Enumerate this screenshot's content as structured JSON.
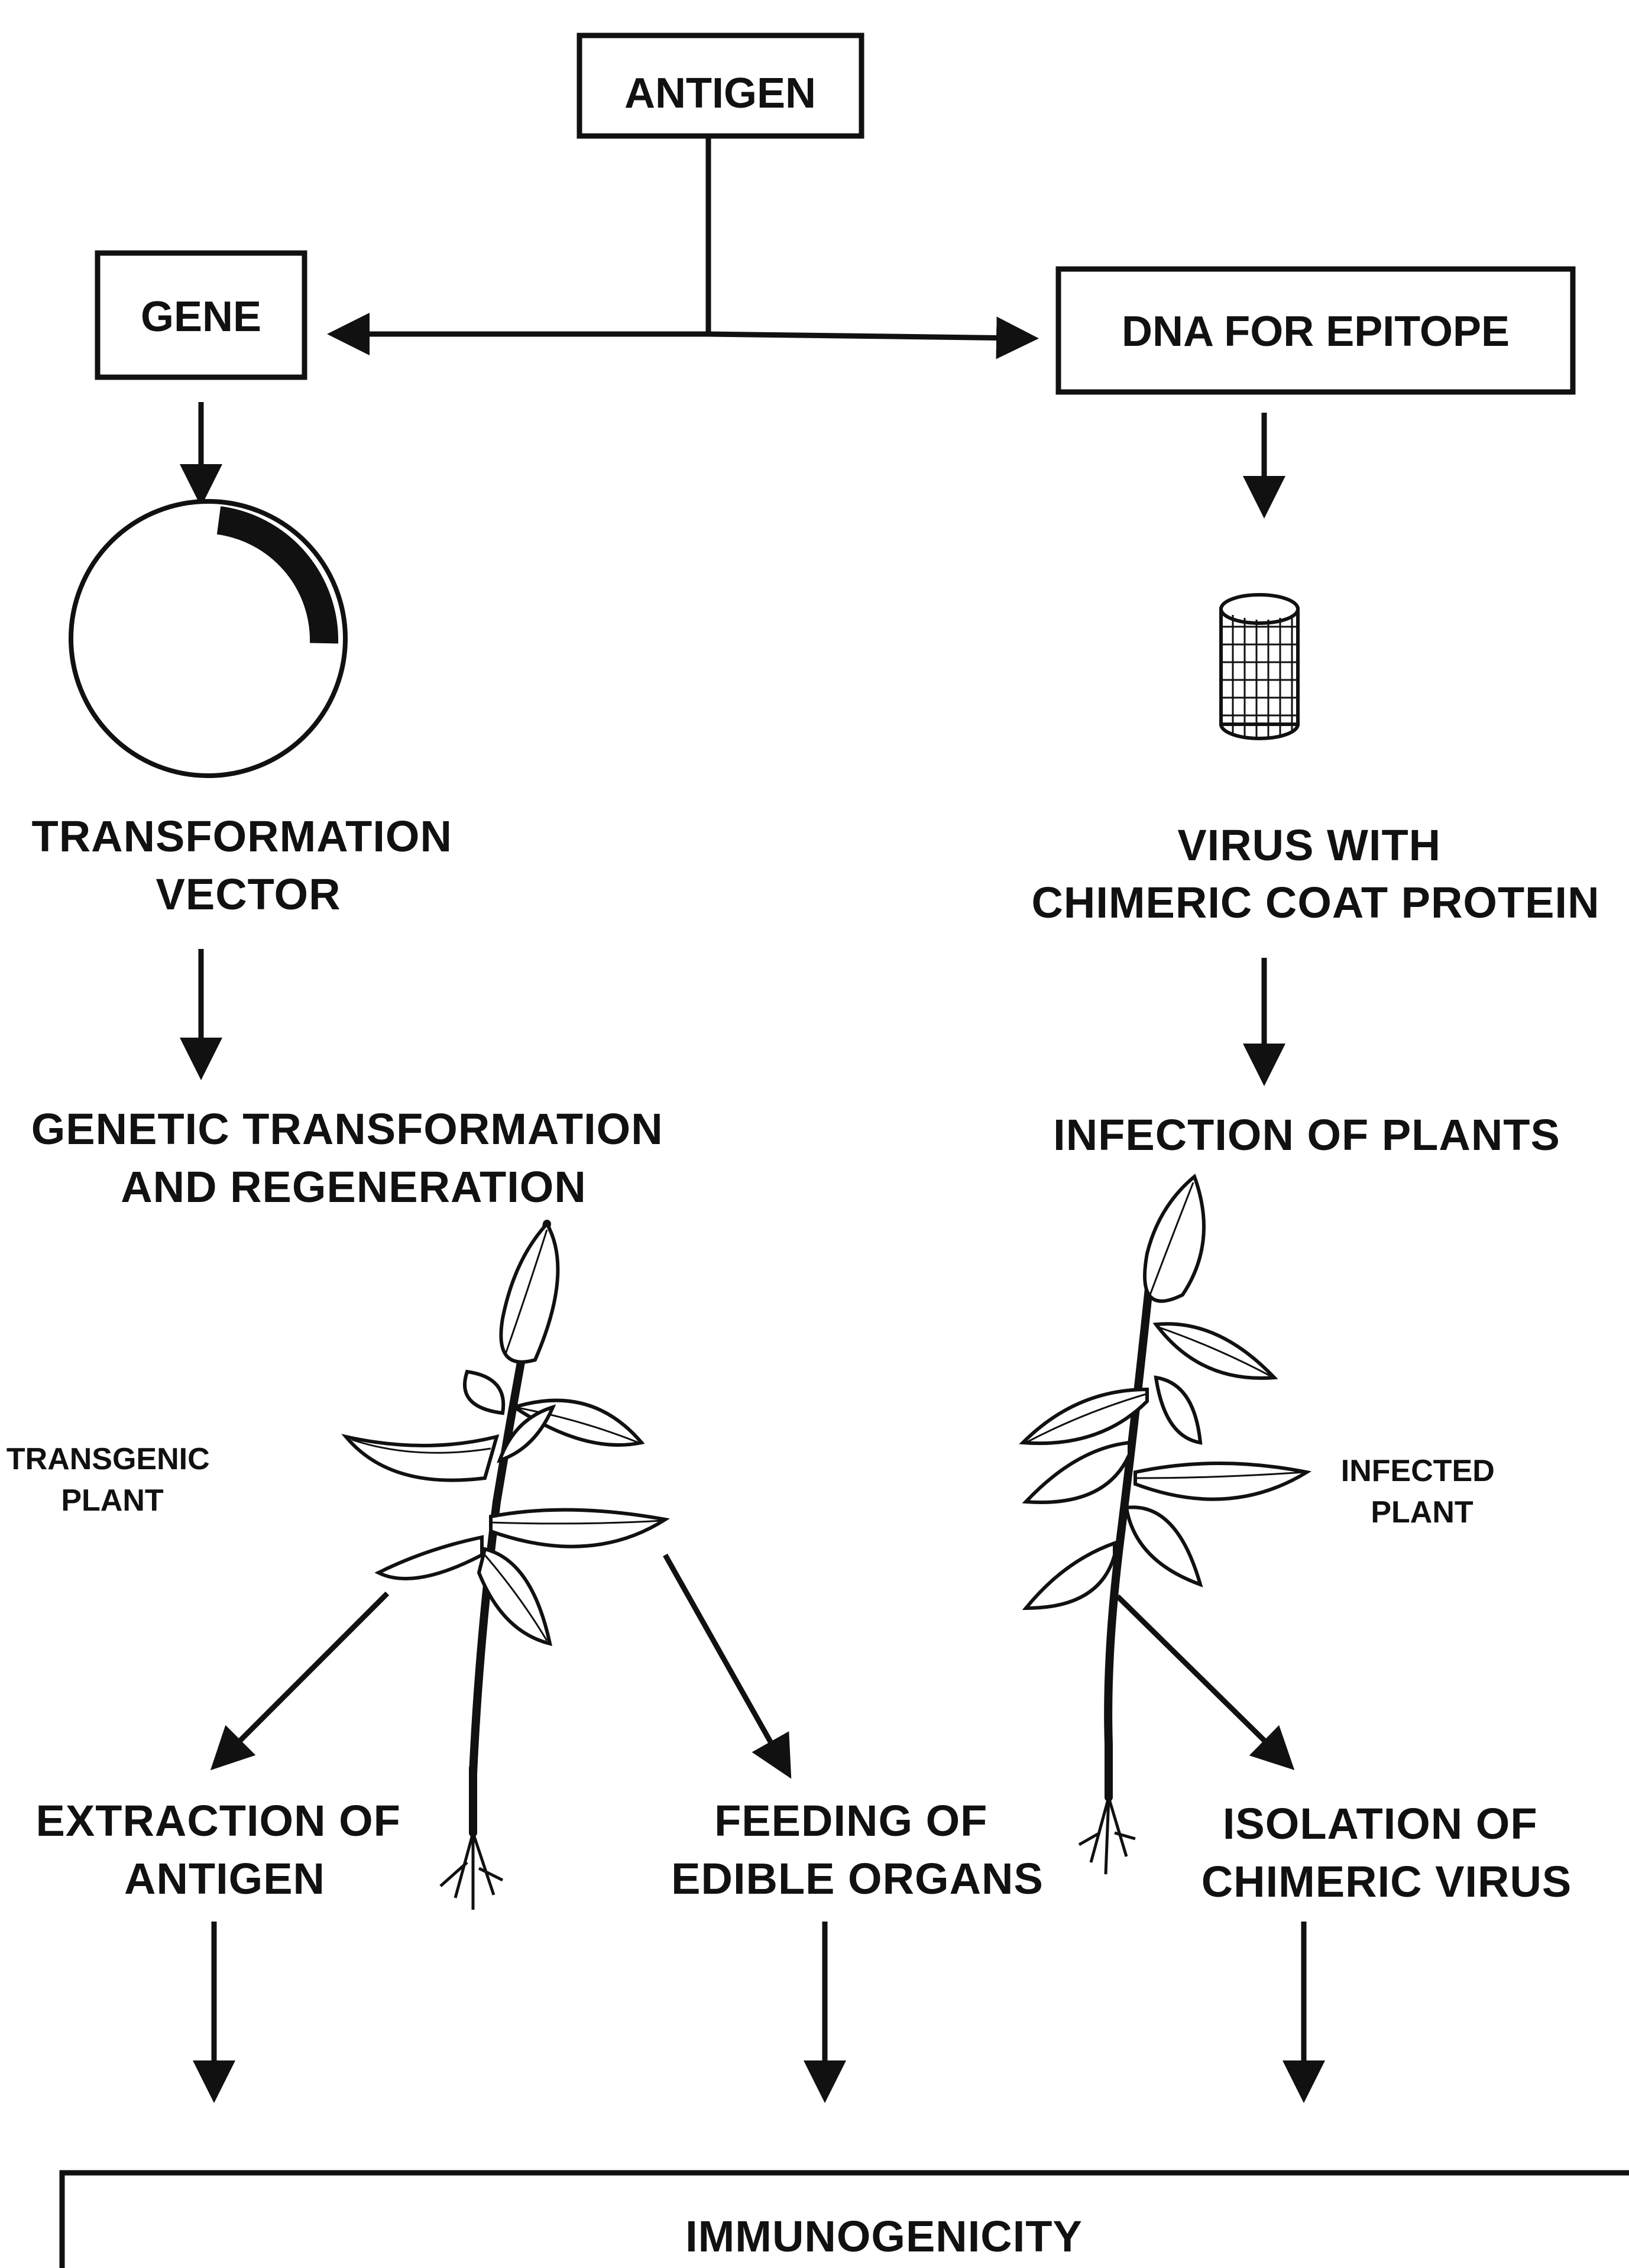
{
  "boxes": {
    "antigen": "ANTIGEN",
    "gene": "GENE",
    "dna_for_epitope": "DNA FOR EPITOPE",
    "immunogenicity": "IMMUNOGENICITY"
  },
  "labels": {
    "transformation_vector": [
      "TRANSFORMATION",
      "VECTOR"
    ],
    "virus_with_chimeric_coat_protein": [
      "VIRUS WITH",
      "CHIMERIC COAT PROTEIN"
    ],
    "genetic_transformation": [
      "GENETIC TRANSFORMATION",
      "AND REGENERATION"
    ],
    "infection_of_plants": [
      "INFECTION OF PLANTS"
    ],
    "transgenic_plant": [
      "TRANSGENIC",
      "PLANT"
    ],
    "infected_plant": [
      "INFECTED",
      "PLANT"
    ],
    "extraction_of_antigen": [
      "EXTRACTION OF",
      "ANTIGEN"
    ],
    "feeding_of_edible_organs": [
      "FEEDING OF",
      "EDIBLE ORGANS"
    ],
    "isolation_of_chimeric_virus": [
      "ISOLATION OF",
      "CHIMERIC VIRUS"
    ]
  }
}
